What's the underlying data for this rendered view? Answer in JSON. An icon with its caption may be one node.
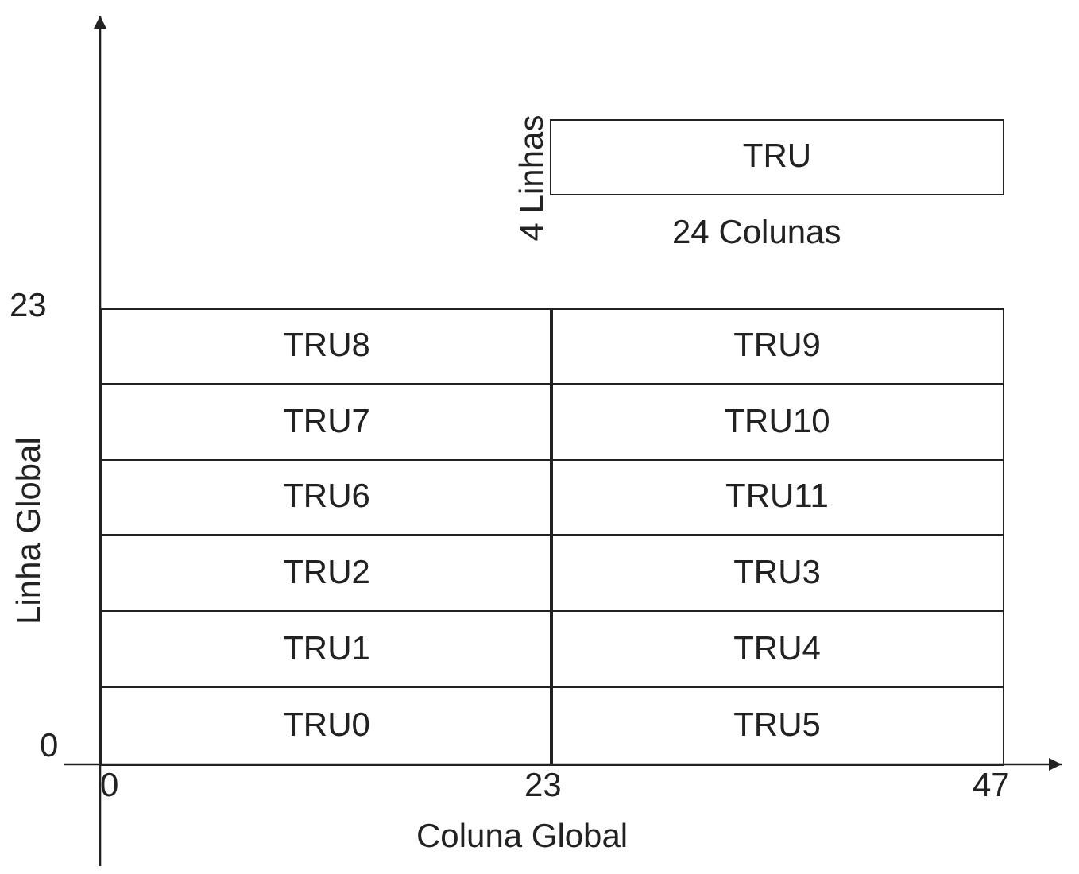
{
  "diagram": {
    "nodes": [
      {
        "text": [
          "TRU"
        ]
      },
      {
        "text": [
          "TRU8"
        ]
      },
      {
        "text": [
          "TRU9"
        ]
      },
      {
        "text": [
          "TRU7"
        ]
      },
      {
        "text": [
          "TRU10"
        ]
      },
      {
        "text": [
          "TRU6"
        ]
      },
      {
        "text": [
          "TRU11"
        ]
      },
      {
        "text": [
          "TRU2"
        ]
      },
      {
        "text": [
          "TRU3"
        ]
      },
      {
        "text": [
          "TRU1"
        ]
      },
      {
        "text": [
          "TRU4"
        ]
      },
      {
        "text": [
          "TRU0"
        ]
      },
      {
        "text": [
          "TRU5"
        ]
      }
    ],
    "edges": [],
    "labels": [
      "4 Linhas",
      "24 Colunas",
      "23",
      "Linha Global",
      "0",
      "0",
      "23",
      "47",
      "Coluna Global"
    ]
  }
}
